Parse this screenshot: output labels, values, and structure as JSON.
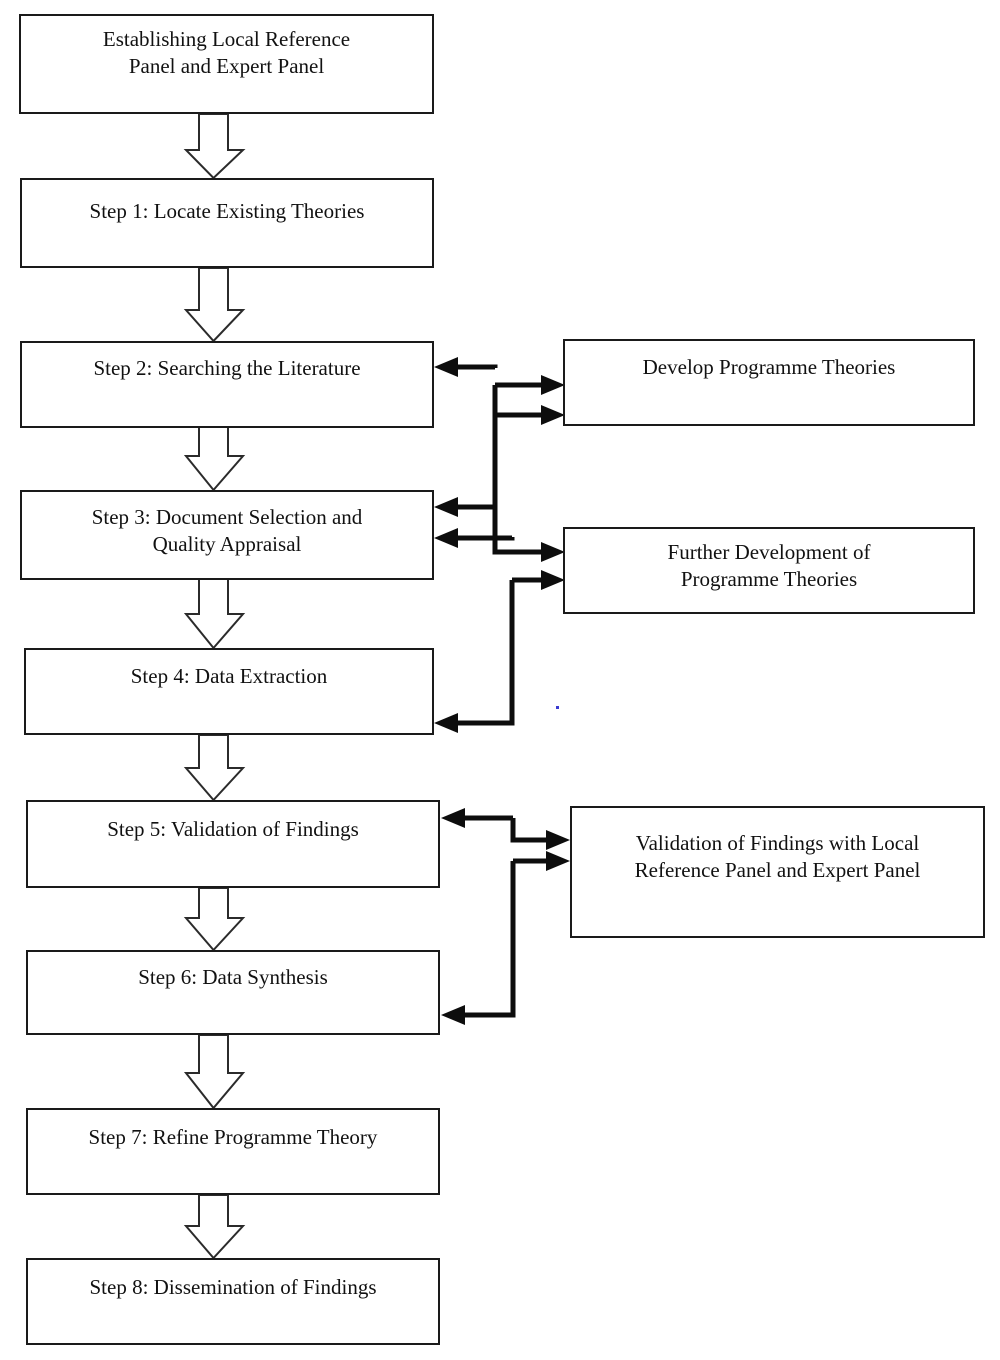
{
  "diagram": {
    "title": "Realist review methodology flowchart",
    "background_color": "#ffffff",
    "box_border_color": "#1a1a1a",
    "connector_color": "#0d0d0d",
    "block_arrow_fill": "#ffffff",
    "block_arrow_stroke": "#2b2b2b",
    "artifact_dot_color": "#3a3ad0"
  },
  "main_flow": [
    {
      "id": "setup",
      "line1": "Establishing Local Reference",
      "line2": "Panel and Expert Panel"
    },
    {
      "id": "step1",
      "line1": "Step 1: Locate Existing Theories",
      "line2": ""
    },
    {
      "id": "step2",
      "line1": "Step 2: Searching the Literature",
      "line2": ""
    },
    {
      "id": "step3",
      "line1": "Step 3: Document Selection and",
      "line2": "Quality Appraisal"
    },
    {
      "id": "step4",
      "line1": "Step 4: Data Extraction",
      "line2": ""
    },
    {
      "id": "step5",
      "line1": "Step 5: Validation of Findings",
      "line2": ""
    },
    {
      "id": "step6",
      "line1": "Step 6: Data Synthesis",
      "line2": ""
    },
    {
      "id": "step7",
      "line1": "Step 7: Refine Programme Theory",
      "line2": ""
    },
    {
      "id": "step8",
      "line1": "Step 8: Dissemination of Findings",
      "line2": ""
    }
  ],
  "side_boxes": [
    {
      "id": "develop",
      "line1": "Develop Programme Theories",
      "line2": ""
    },
    {
      "id": "further",
      "line1": "Further Development of",
      "line2": "Programme Theories"
    },
    {
      "id": "validate",
      "line1": "Validation of Findings with Local",
      "line2": "Reference Panel and Expert Panel"
    }
  ],
  "flow_arrows": [
    {
      "from": "setup",
      "to": "step1",
      "style": "block-arrow-down"
    },
    {
      "from": "step1",
      "to": "step2",
      "style": "block-arrow-down"
    },
    {
      "from": "step2",
      "to": "step3",
      "style": "block-arrow-down"
    },
    {
      "from": "step3",
      "to": "step4",
      "style": "block-arrow-down"
    },
    {
      "from": "step4",
      "to": "step5",
      "style": "block-arrow-down"
    },
    {
      "from": "step5",
      "to": "step6",
      "style": "block-arrow-down"
    },
    {
      "from": "step6",
      "to": "step7",
      "style": "block-arrow-down"
    },
    {
      "from": "step7",
      "to": "step8",
      "style": "block-arrow-down"
    }
  ],
  "feedback_arrows": [
    {
      "from": "step2",
      "to": "develop",
      "style": "solid-arrow"
    },
    {
      "from": "develop",
      "to": "step2",
      "style": "solid-arrow"
    },
    {
      "from": "develop",
      "to": "step3",
      "style": "solid-arrow"
    },
    {
      "from": "step3",
      "to": "further",
      "style": "solid-arrow"
    },
    {
      "from": "further",
      "to": "step3",
      "style": "solid-arrow"
    },
    {
      "from": "further",
      "to": "step4",
      "style": "solid-arrow"
    },
    {
      "from": "step5",
      "to": "validate",
      "style": "solid-arrow"
    },
    {
      "from": "validate",
      "to": "step5",
      "style": "solid-arrow"
    },
    {
      "from": "validate",
      "to": "step6",
      "style": "solid-arrow"
    }
  ]
}
